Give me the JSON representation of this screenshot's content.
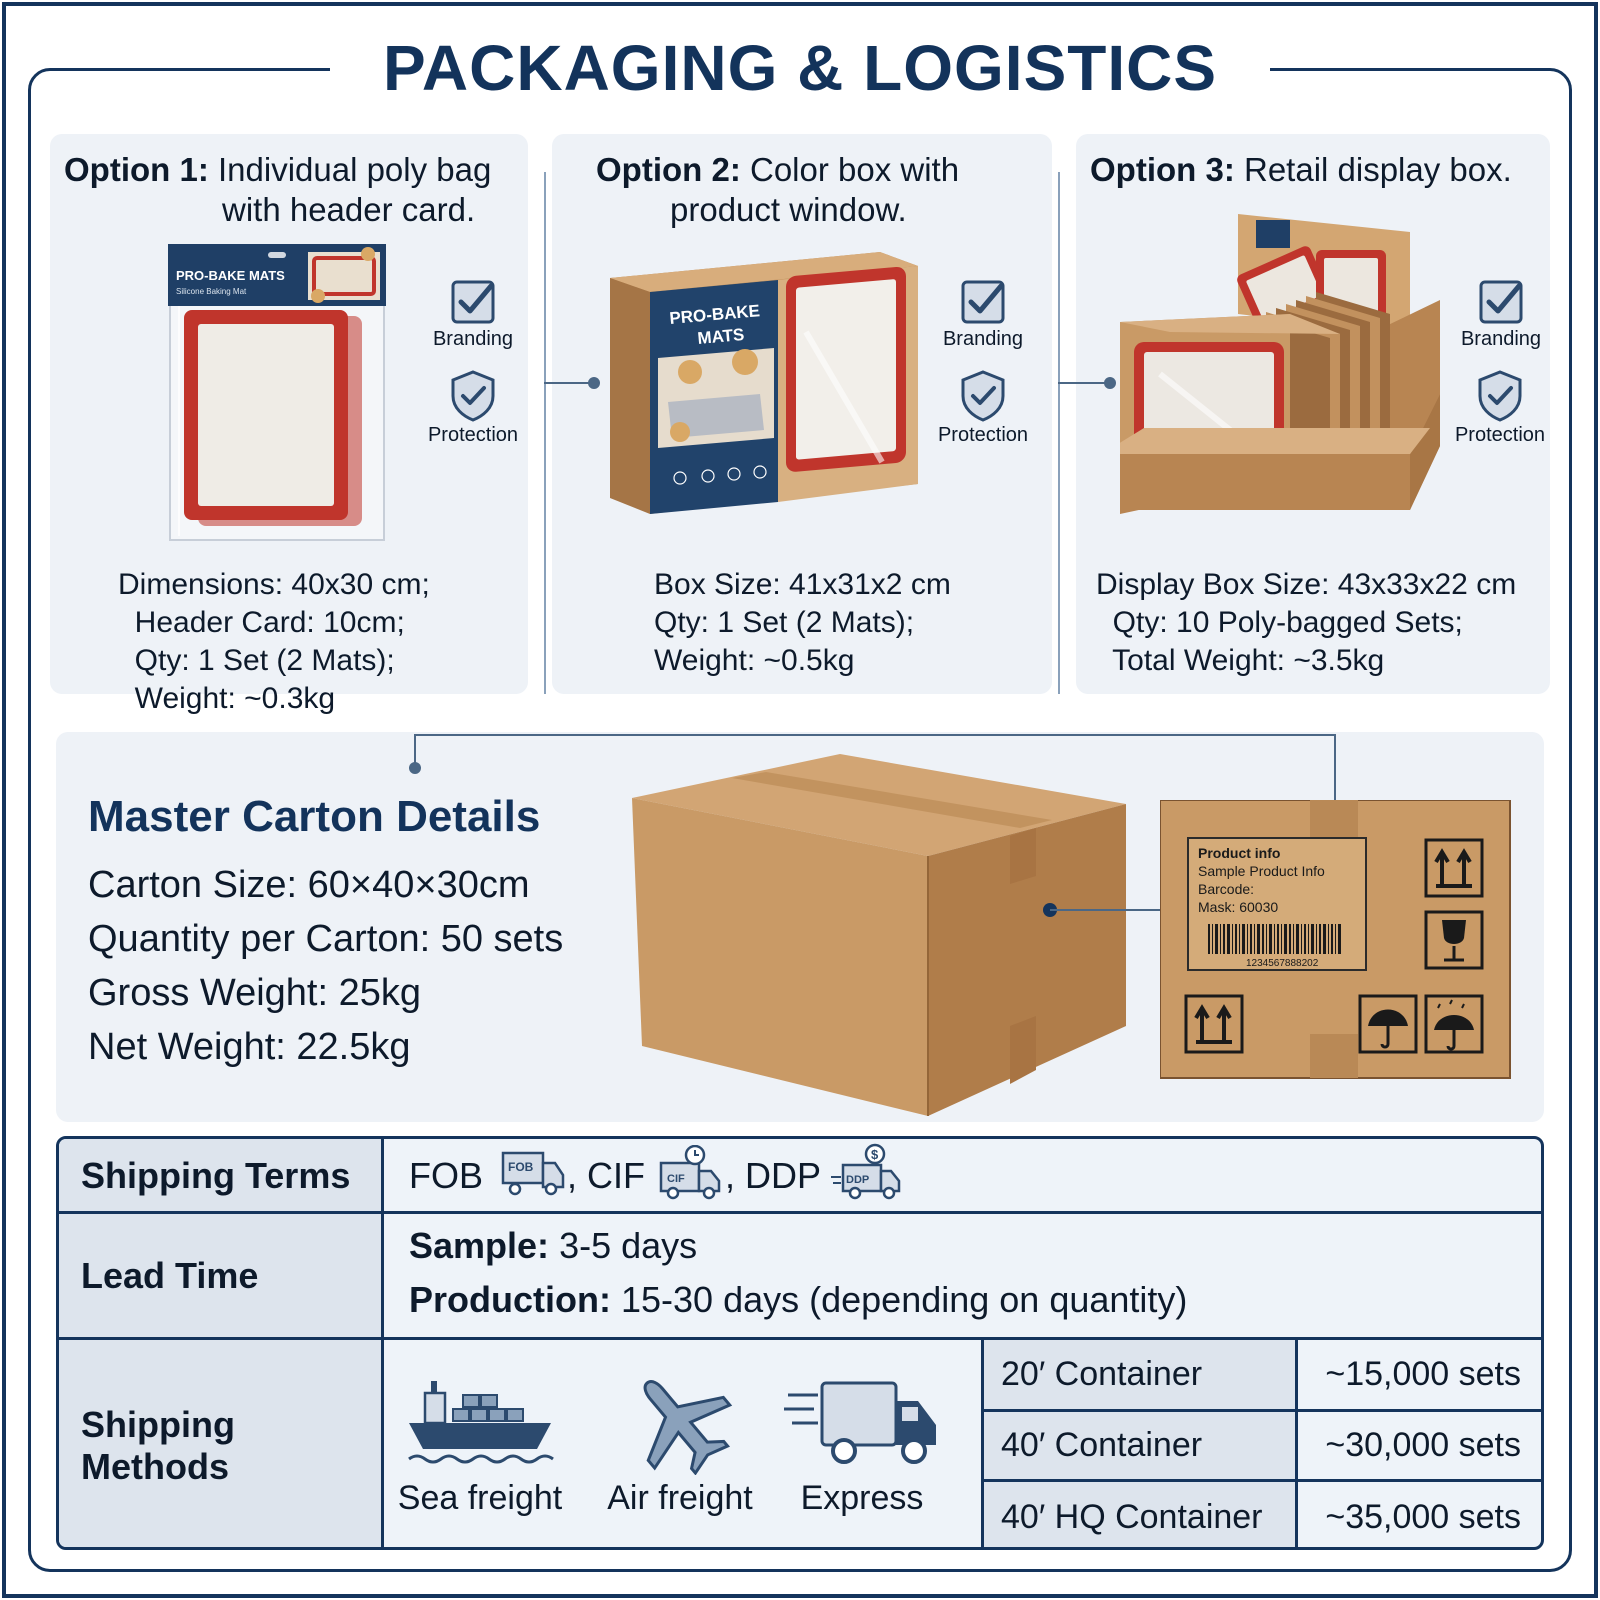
{
  "title": "PACKAGING & LOGISTICS",
  "options": [
    {
      "label": "Option 1:",
      "desc_line1": "Individual poly bag",
      "desc_line2": "with header card.",
      "specs": "Dimensions: 40x30 cm;\n  Header Card: 10cm;\n  Qty: 1 Set (2 Mats);\n  Weight: ~0.3kg",
      "bag_brand": "PRO-BAKE MATS",
      "bag_sub": "Silicone Baking Mat"
    },
    {
      "label": "Option 2:",
      "desc_line1": "Color box with",
      "desc_line2": "product window.",
      "specs": "Box Size: 41x31x2 cm\nQty: 1 Set (2 Mats);\nWeight: ~0.5kg",
      "box_brand_1": "PRO-BAKE",
      "box_brand_2": "MATS"
    },
    {
      "label": "Option 3:",
      "desc_line1": "Retail display box.",
      "desc_line2": "",
      "specs": "Display Box Size: 43x33x22 cm\n  Qty: 10 Poly-bagged Sets;\n  Total Weight: ~3.5kg"
    }
  ],
  "badges": {
    "branding": "Branding",
    "protection": "Protection"
  },
  "master_carton": {
    "title": "Master Carton Details",
    "lines": [
      "Carton Size: 60×40×30cm",
      "Quantity per Carton: 50 sets",
      "Gross Weight: 25kg",
      "Net Weight: 22.5kg"
    ],
    "label": {
      "l1": "Product info",
      "l2": "Sample Product Info",
      "l3": "Barcode:",
      "l4": "Mask: 60030",
      "barcode_num": "1234567888202"
    }
  },
  "shipping": {
    "terms_label": "Shipping Terms",
    "terms": {
      "fob": "FOB",
      "cif": "CIF",
      "ddp": "DDP",
      "sep": ","
    },
    "lead_label": "Lead Time",
    "sample_label": "Sample:",
    "sample_value": "3-5 days",
    "production_label": "Production:",
    "production_value": "15-30 days (depending on quantity)",
    "methods_label_1": "Shipping",
    "methods_label_2": "Methods",
    "methods": [
      "Sea freight",
      "Air freight",
      "Express"
    ],
    "containers": [
      {
        "name": "20′ Container",
        "qty": "~15,000 sets"
      },
      {
        "name": "40′ Container",
        "qty": "~30,000 sets"
      },
      {
        "name": "40′ HQ Container",
        "qty": "~35,000 sets"
      }
    ]
  },
  "colors": {
    "navy": "#14345c",
    "kraft": "#c99a66",
    "mat_red": "#c0352c",
    "panel_bg": "#eef2f7"
  }
}
